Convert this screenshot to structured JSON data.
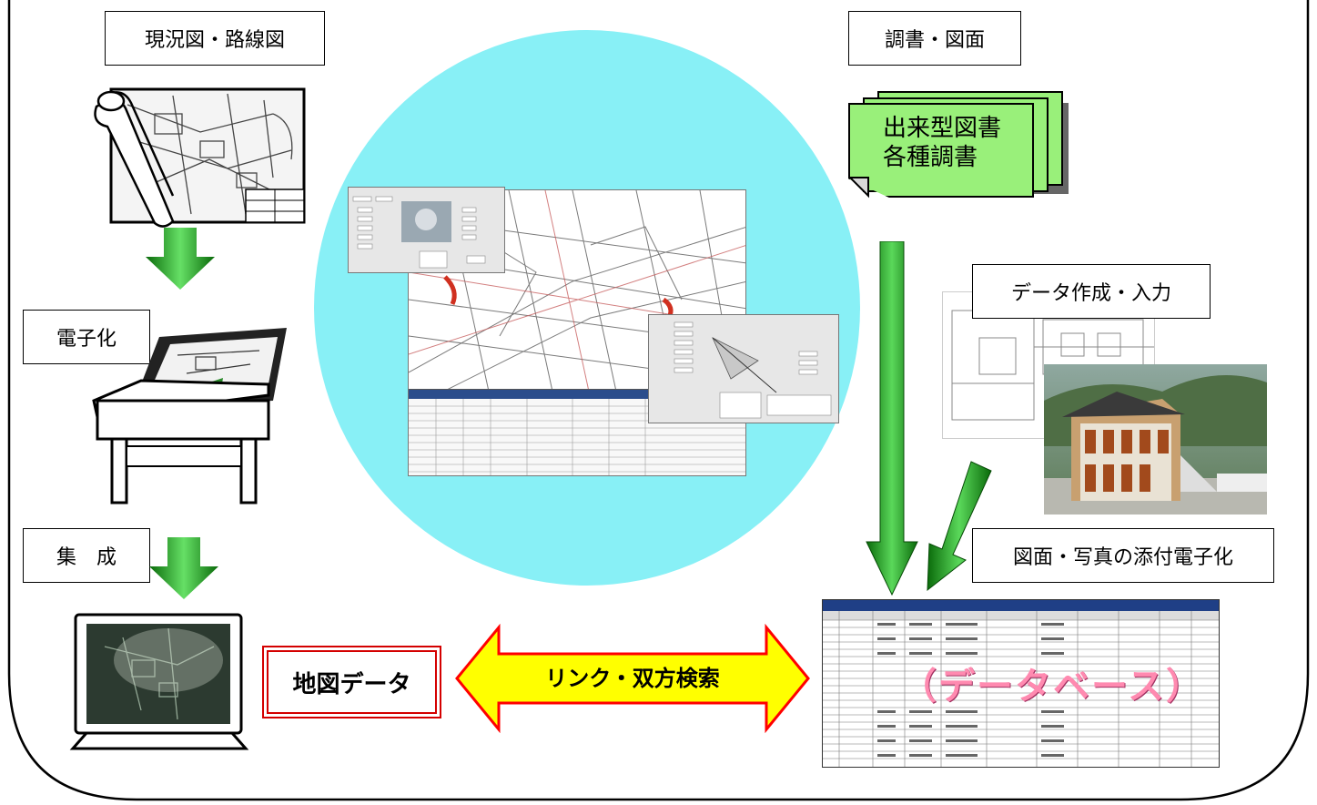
{
  "labels": {
    "current_map": "現況図・路線図",
    "digitize": "電子化",
    "integrate": "集　成",
    "documents": "調書・図面",
    "doc_stack": [
      "出来型図書",
      "各種調書"
    ],
    "data_entry": "データ作成・入力",
    "attach": "図面・写真の添付電子化",
    "map_data": "地図データ",
    "link": "リンク・双方検索",
    "database": "（データベース）"
  },
  "colors": {
    "circle": "#88f0f6",
    "arrow_green": "#1ea01e",
    "arrow_dark_green": "#0b6b0b",
    "doc_green": "#99f07a",
    "link_yellow": "#ffff00",
    "link_red": "#ff0000",
    "map_data_red": "#d40000",
    "database_text": "#ff8ab0"
  },
  "icons": [
    "blueprint-scroll-icon",
    "scanner-icon",
    "monitor-icon",
    "document-stack-icon",
    "building-photo-icon"
  ]
}
